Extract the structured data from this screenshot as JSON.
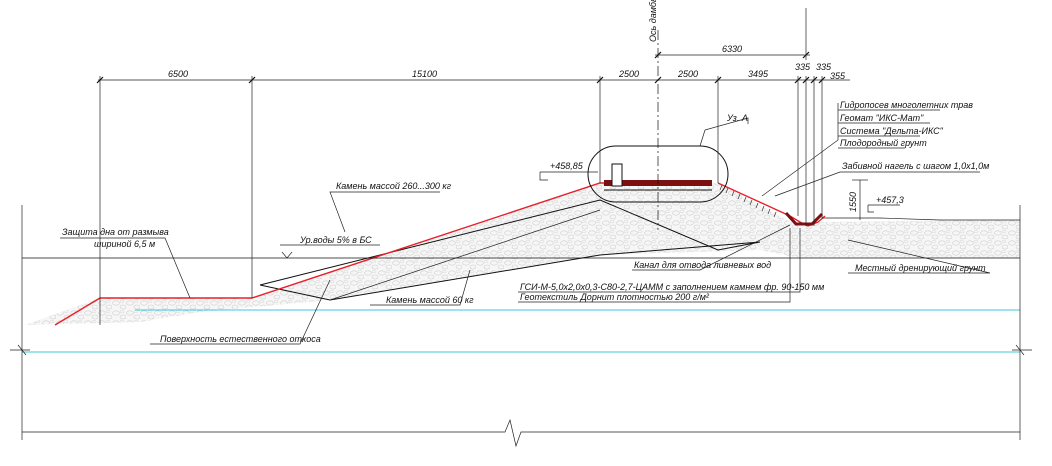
{
  "dimensions": {
    "d6500": "6500",
    "d15100": "15100",
    "d2500a": "2500",
    "d2500b": "2500",
    "d3495": "3495",
    "d335a": "335",
    "d335b": "335",
    "d355": "355",
    "d6330": "6330",
    "d1550": "1550"
  },
  "axis_label": "Ось дамбы",
  "elevations": {
    "crest": "+458,85",
    "right": "+457,3"
  },
  "labels": {
    "node_a": "Уз. А",
    "grass": "Гидропосев многолетних трав",
    "geomat": "Геомат \"ИКС-Мат\"",
    "delta": "Система \"Дельта-ИКС\"",
    "soil": "Плодородный грунт",
    "anchor": "Забивной нагель с шагом 1,0х1,0м",
    "stone_260": "Камень массой 260...300 кг",
    "bottom_protect_1": "Защита дна от размыва",
    "bottom_protect_2": "шириной 6,5 м",
    "water_level": "Ур.воды 5% в БС",
    "channel": "Канал для отвода ливневых вод",
    "gsi": "ГСИ-М-5,0х2,0х0,3-С80-2,7-ЦАММ с заполнением камнем фр. 90-150 мм",
    "geotextile": "Геотекстиль Дорнит плотностью 200 г/м²",
    "stone_60": "Камень массой 60 кг",
    "surface": "Поверхность естественного откоса",
    "drain_soil": "Местный дренирующий грунт"
  },
  "colors": {
    "facing": "#e8202a",
    "water": "#3cc8d8",
    "geocell": "#7a1010"
  }
}
